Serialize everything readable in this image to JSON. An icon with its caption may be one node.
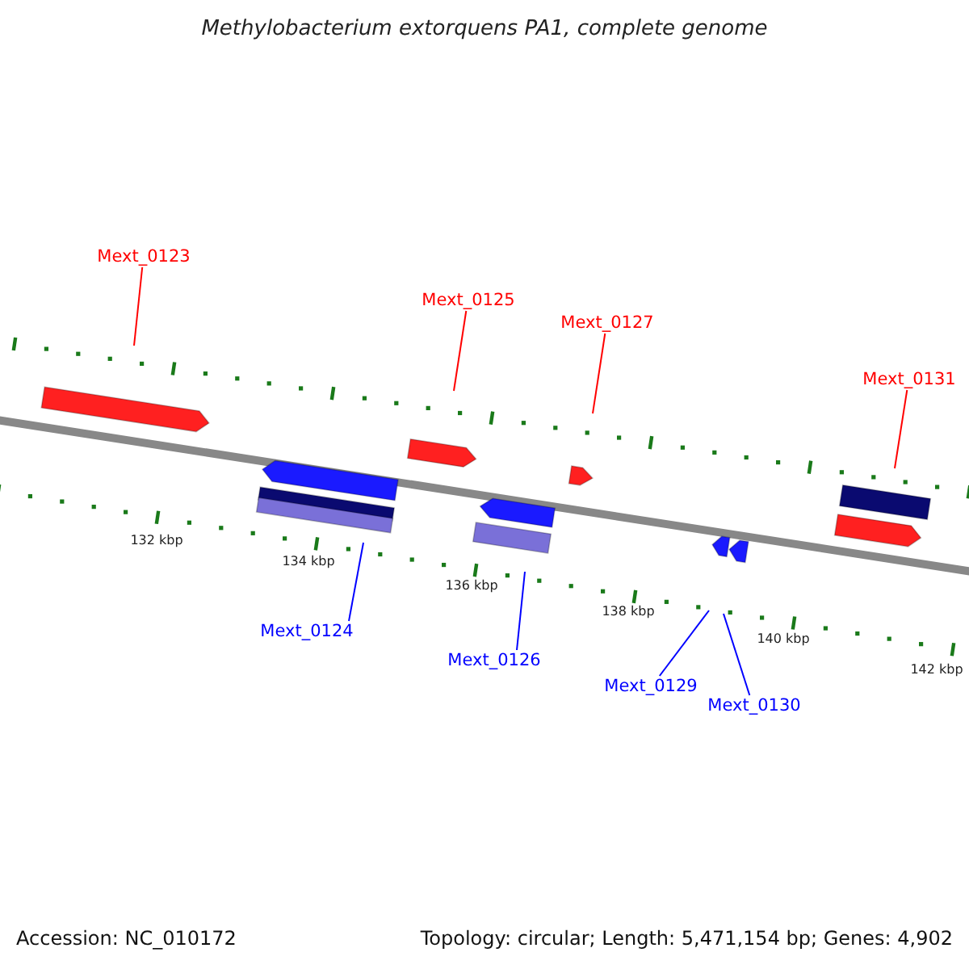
{
  "diagram": {
    "title": "Methylobacterium extorquens PA1, complete genome",
    "nodes": [
      {
        "text": [
          "Mext_0123"
        ]
      },
      {
        "text": [
          "Mext_0125"
        ]
      },
      {
        "text": [
          "Mext_0127"
        ]
      },
      {
        "text": [
          "Mext_0131"
        ]
      },
      {
        "text": [
          "Mext_0124"
        ]
      },
      {
        "text": [
          "Mext_0126"
        ]
      },
      {
        "text": [
          "Mext_0129"
        ]
      },
      {
        "text": [
          "Mext_0130"
        ]
      }
    ],
    "edges": [
      {
        "from": 0,
        "to": null,
        "arrow": "none",
        "color": "#ff0000"
      },
      {
        "from": 1,
        "to": null,
        "arrow": "none",
        "color": "#ff0000"
      },
      {
        "from": 2,
        "to": null,
        "arrow": "none",
        "color": "#ff0000"
      },
      {
        "from": 3,
        "to": null,
        "arrow": "none",
        "color": "#ff0000"
      },
      {
        "from": 4,
        "to": null,
        "arrow": "none",
        "color": "#0000ff"
      },
      {
        "from": 5,
        "to": null,
        "arrow": "none",
        "color": "#0000ff"
      },
      {
        "from": 6,
        "to": null,
        "arrow": "none",
        "color": "#0000ff"
      },
      {
        "from": 7,
        "to": null,
        "arrow": "none",
        "color": "#0000ff"
      }
    ],
    "labels": [
      "132 kbp",
      "134 kbp",
      "136 kbp",
      "138 kbp",
      "140 kbp",
      "142 kbp",
      "Accession: NC_010172",
      "Topology: circular; Length: 5,471,154 bp; Genes: 4,902"
    ]
  }
}
